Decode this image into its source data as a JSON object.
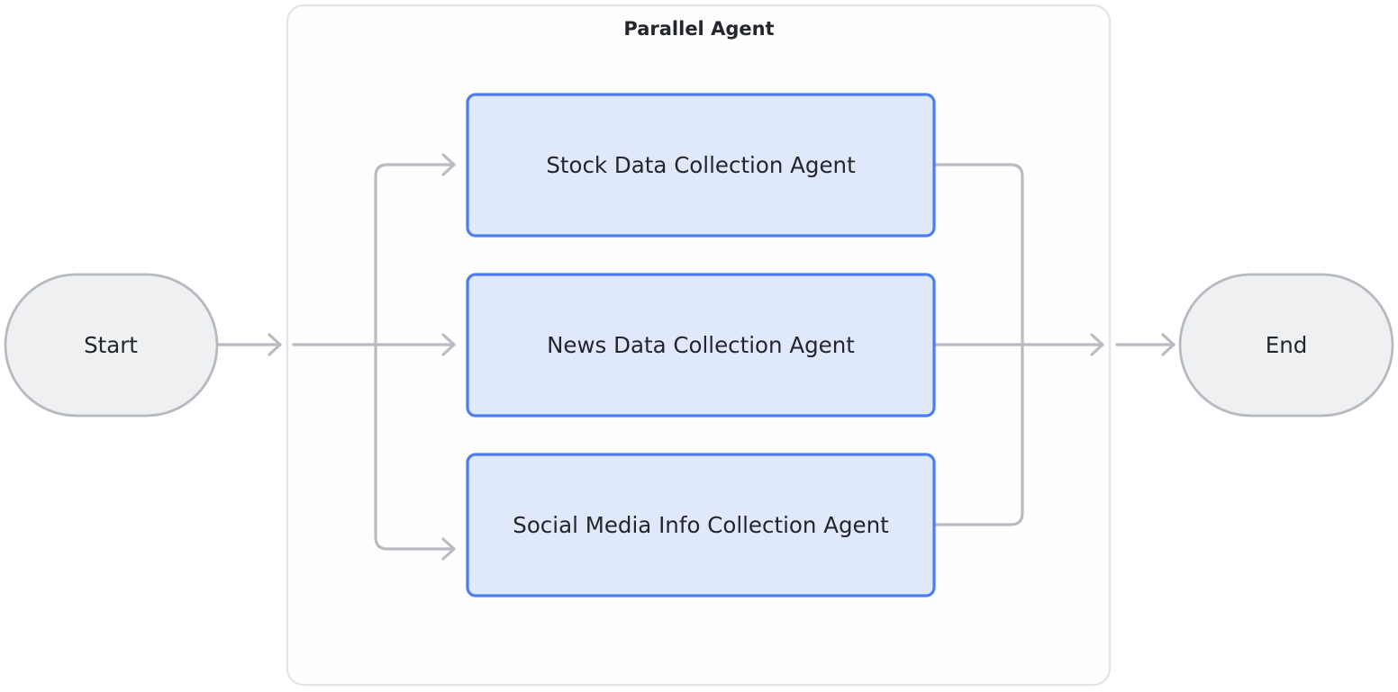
{
  "diagram": {
    "type": "flowchart",
    "orientation": "left-to-right",
    "background_color": "#ffffff",
    "group": {
      "title": "Parallel Agent",
      "border_color": "#e3e4e8",
      "fill_color": "#fefeff"
    },
    "terminals": {
      "start": {
        "label": "Start",
        "shape": "stadium",
        "fill_color": "#eff0f2",
        "border_color": "#b6b9bf"
      },
      "end": {
        "label": "End",
        "shape": "stadium",
        "fill_color": "#eff0f2",
        "border_color": "#b6b9bf"
      }
    },
    "agents": [
      {
        "label": "Stock Data Collection Agent",
        "fill_color": "#e0e8fb",
        "border_color": "#4c7df0"
      },
      {
        "label": "News Data Collection Agent",
        "fill_color": "#e0e8fb",
        "border_color": "#4c7df0"
      },
      {
        "label": "Social Media Info Collection Agent",
        "fill_color": "#e0e8fb",
        "border_color": "#4c7df0"
      }
    ],
    "edge_color": "#b8bbc2"
  }
}
